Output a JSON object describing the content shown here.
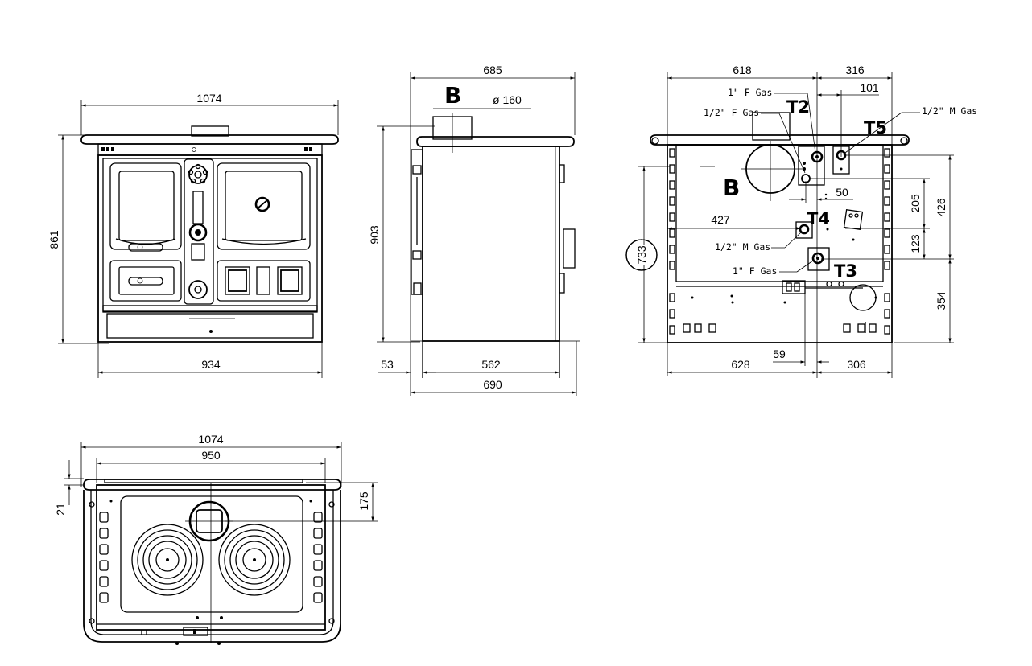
{
  "front": {
    "width_top": "1074",
    "height": "861",
    "width_bottom": "934"
  },
  "side": {
    "depth_top": "685",
    "flue_letter": "B",
    "flue_diameter": "ø 160",
    "height": "903",
    "rear_offset": "53",
    "depth_body": "562",
    "depth_total": "690"
  },
  "rear": {
    "top_left": "618",
    "top_right": "316",
    "t5_offset": "101",
    "gas_1f_top": "1\" F Gas",
    "gas_half_f": "1/2\" F Gas",
    "gas_half_m_right": "1/2\" M Gas",
    "t2": "T2",
    "t5": "T5",
    "b_letter": "B",
    "d50": "50",
    "d427": "427",
    "t4": "T4",
    "gas_half_m_left": "1/2\" M Gas",
    "gas_1f_bottom": "1\" F Gas",
    "t3": "T3",
    "v205": "205",
    "v426": "426",
    "v123": "123",
    "v354": "354",
    "circled": "733",
    "d59": "59",
    "bottom_left": "628",
    "bottom_right": "306"
  },
  "top": {
    "width_total": "1074",
    "width_inner": "950",
    "d21": "21",
    "d175": "175"
  }
}
